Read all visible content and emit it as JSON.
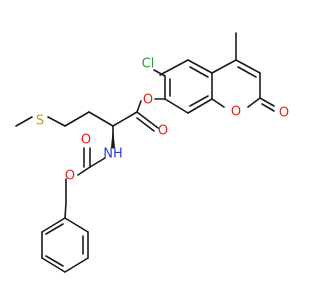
{
  "molecule": {
    "atom_labels": {
      "o_ester": "O",
      "cl": "Cl",
      "methyl": "",
      "o_ring": "O",
      "o_lactone_carbonyl": "O",
      "o_ester_carbonyl": "O",
      "s": "S",
      "nh": "NH",
      "o_carbamate_carbonyl": "O",
      "o_carbamate": "O"
    },
    "colors": {
      "bond": "#1a1a1a",
      "oxygen": "#e8221b",
      "chlorine": "#2f9a2f",
      "sulfur": "#c8a000",
      "nitrogen": "#2a3cd6"
    }
  }
}
